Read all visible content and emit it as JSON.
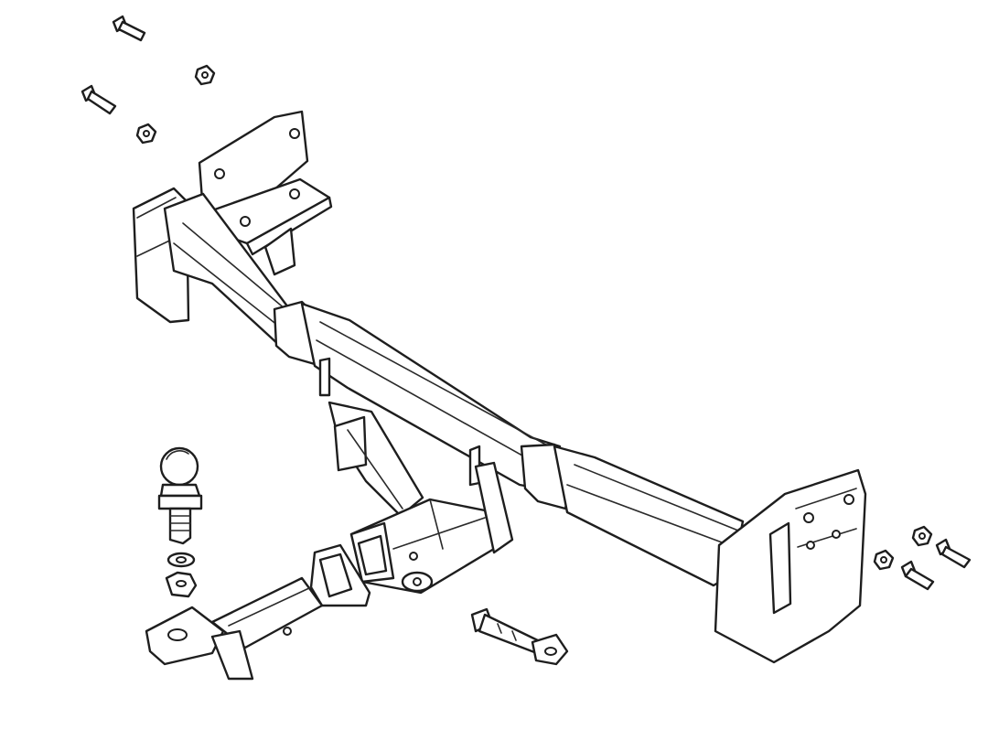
{
  "diagram": {
    "background_color": "#ffffff",
    "line_color": "#1e1e1e",
    "parts": [
      {
        "id": "main-crossbar",
        "icon": "rectangular-tube-crossbar"
      },
      {
        "id": "left-mounting-bracket",
        "icon": "bolt-hole-bracket"
      },
      {
        "id": "right-mounting-bracket",
        "icon": "bolt-hole-bracket"
      },
      {
        "id": "receiver-hitch",
        "icon": "square-receiver"
      },
      {
        "id": "drawbar-ball-mount",
        "icon": "ball-mount"
      },
      {
        "id": "tow-ball",
        "icon": "tow-ball"
      },
      {
        "id": "hitch-pin",
        "icon": "pin-and-clip"
      },
      {
        "id": "fastener-bolts",
        "icon": "hex-bolt"
      },
      {
        "id": "fastener-nuts",
        "icon": "hex-nut"
      }
    ]
  }
}
